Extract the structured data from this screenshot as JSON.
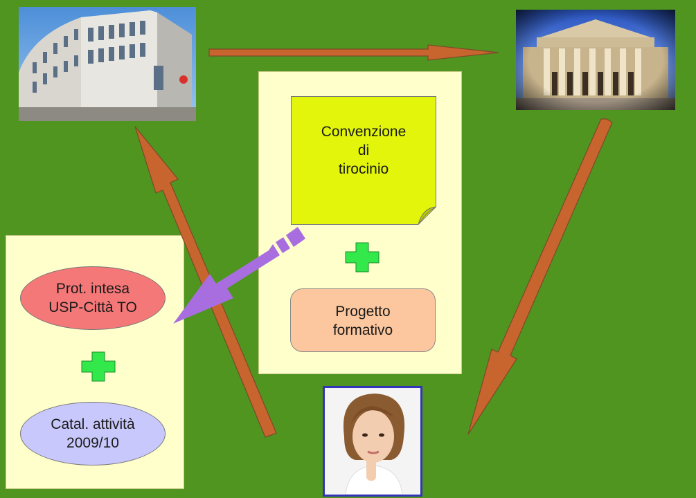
{
  "convention": {
    "lines": [
      "Convenzione",
      "di",
      "tirocinio"
    ]
  },
  "project": {
    "lines": [
      "Progetto",
      "formativo"
    ]
  },
  "protocol": {
    "lines": [
      "Prot. intesa",
      "USP-Città TO"
    ]
  },
  "catalogue": {
    "lines": [
      "Catal. attività",
      "2009/10"
    ]
  },
  "colors": {
    "background": "#4f951f",
    "panel": "#ffffcc",
    "note": "#e2f50a",
    "project_box": "#fcc79e",
    "protocol_ellipse": "#f47878",
    "catalogue_ellipse": "#c8c8fc",
    "plus": "#33e84a",
    "arrow": "#c8642e",
    "purple_arrow": "#a86ee0"
  },
  "images": {
    "school": "school-building-photo",
    "university": "university-building-photo",
    "student": "student-portrait-photo"
  }
}
